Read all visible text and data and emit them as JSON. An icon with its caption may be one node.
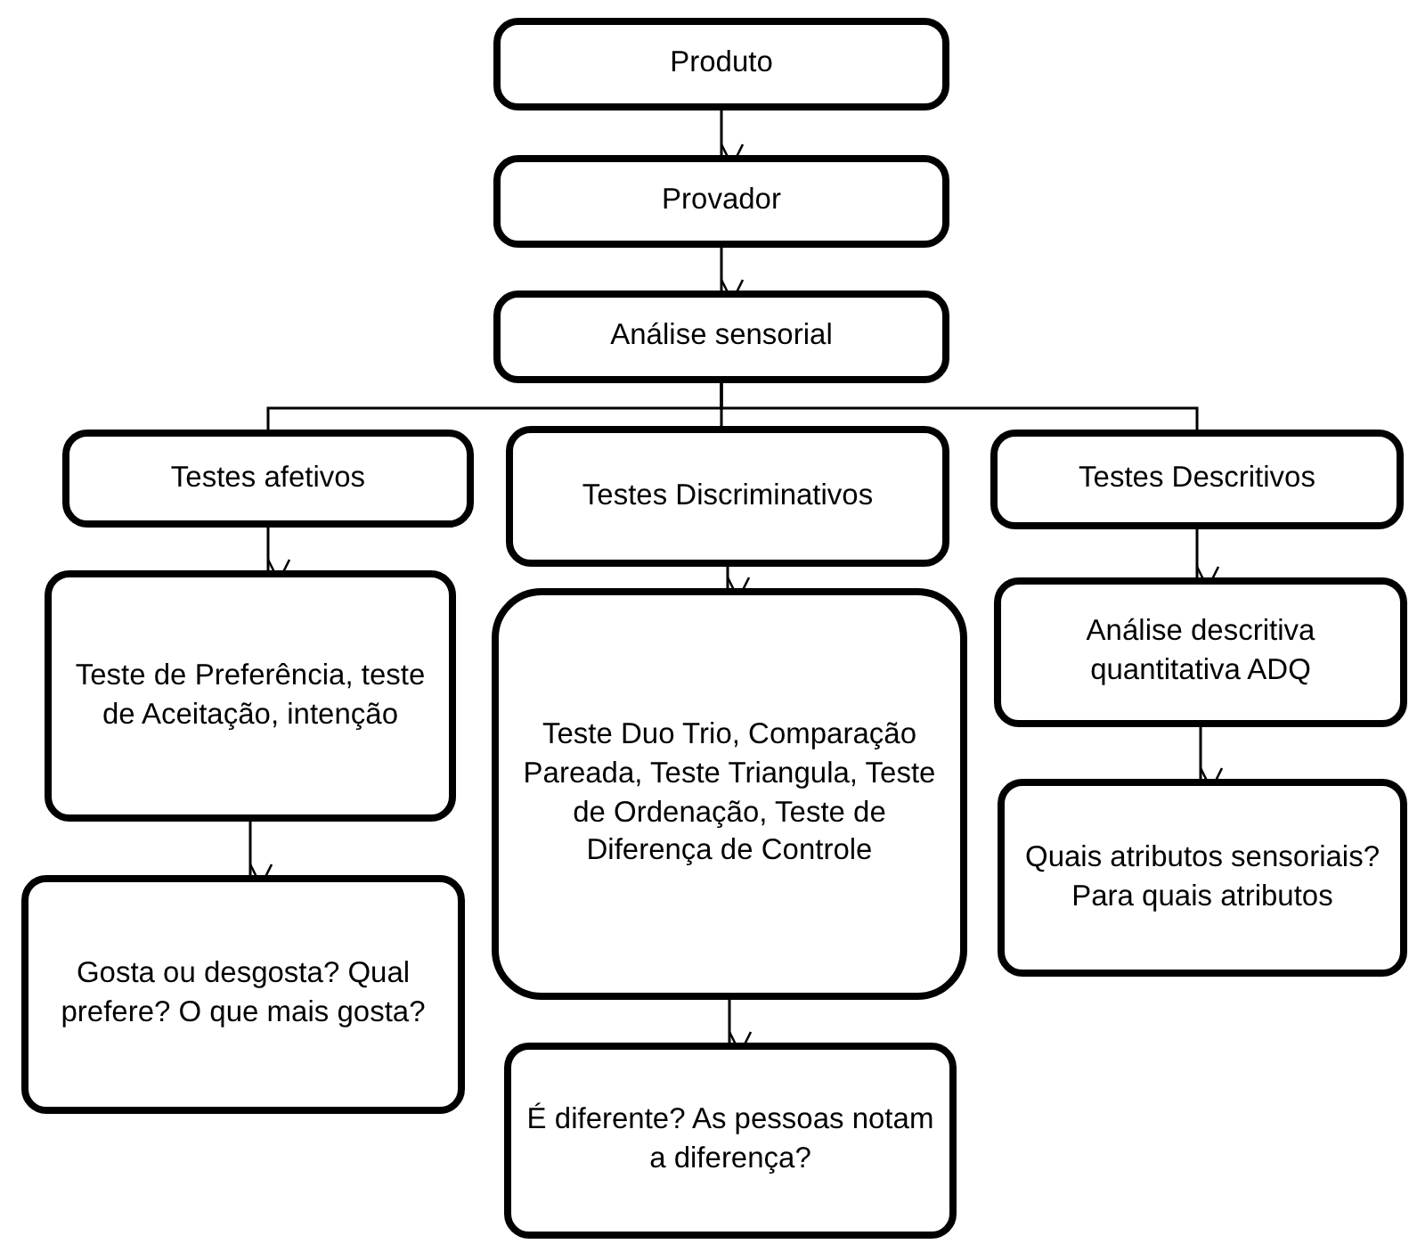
{
  "diagram": {
    "nodes": [
      {
        "text": [
          "Produto"
        ]
      },
      {
        "text": [
          "Provador"
        ]
      },
      {
        "text": [
          "Análise sensorial"
        ]
      },
      {
        "text": [
          "Testes afetivos"
        ]
      },
      {
        "text": [
          "Testes Discriminativos"
        ]
      },
      {
        "text": [
          "Testes Descritivos"
        ]
      },
      {
        "text": [
          "Teste de Preferência, teste de Aceitação, intenção"
        ]
      },
      {
        "text": [
          "Gosta ou desgosta? Qual prefere? O que mais gosta?"
        ]
      },
      {
        "text": [
          "Teste Duo Trio, Comparação Pareada, Teste Triangula, Teste de Ordenação, Teste de Diferença de Controle"
        ]
      },
      {
        "text": [
          "É diferente? As pessoas notam a diferença?"
        ]
      },
      {
        "text": [
          "Análise descritiva quantitativa ADQ"
        ]
      },
      {
        "text": [
          "Quais atributos sensoriais? Para quais atributos"
        ]
      }
    ],
    "edges": [
      {
        "from": 0,
        "to": 1,
        "arrow": "to"
      },
      {
        "from": 1,
        "to": 2,
        "arrow": "to"
      },
      {
        "from": 2,
        "to": 3,
        "arrow": "none"
      },
      {
        "from": 2,
        "to": 4,
        "arrow": "none"
      },
      {
        "from": 2,
        "to": 5,
        "arrow": "none"
      },
      {
        "from": 3,
        "to": 6,
        "arrow": "to"
      },
      {
        "from": 6,
        "to": 7,
        "arrow": "to"
      },
      {
        "from": 4,
        "to": 8,
        "arrow": "to"
      },
      {
        "from": 8,
        "to": 9,
        "arrow": "to"
      },
      {
        "from": 5,
        "to": 10,
        "arrow": "to"
      },
      {
        "from": 10,
        "to": 11,
        "arrow": "to"
      }
    ]
  }
}
